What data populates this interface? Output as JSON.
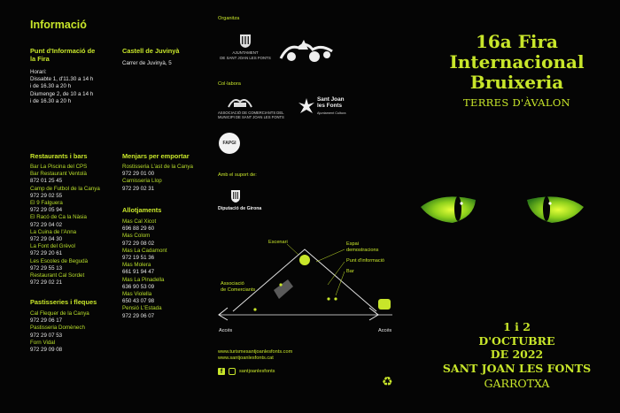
{
  "info": {
    "title": "Informació",
    "punt": {
      "title": "Punt d'Informació de la Fira",
      "lines": [
        "Horari:",
        "Dissabte 1, d'11.30 a 14 h",
        "i de 16.30 a 20 h",
        "Diumenge 2, de 10 a 14 h",
        "i de 16.30 a 20 h"
      ]
    },
    "castell": {
      "title": "Castell de Juvinyà",
      "address": "Carrer de Juvinyà, 5"
    },
    "restaurants": {
      "title": "Restaurants i bars",
      "items": [
        {
          "name": "Bar La Piscina del CPS",
          "tel": ""
        },
        {
          "name": "Bar Restaurant Ventolà",
          "tel": "872 01 25 45"
        },
        {
          "name": "Camp de Futbol de la Canya",
          "tel": "972 29 02 55"
        },
        {
          "name": "El 9 Falguera",
          "tel": "972 29 05 94"
        },
        {
          "name": "El Racó de Ca la Nàsia",
          "tel": "972 29 04 02"
        },
        {
          "name": "La Cuina de l'Anna",
          "tel": "972 29 04 30"
        },
        {
          "name": "La Font del Grèvol",
          "tel": "972 29 20 61"
        },
        {
          "name": "Les Escoles de Begudà",
          "tel": "972 29 55 13"
        },
        {
          "name": "Restaurant Cal Sordet",
          "tel": "972 29 02 21"
        }
      ]
    },
    "pastisseries": {
      "title": "Pastisseries i fleques",
      "items": [
        {
          "name": "Cal Flequer de la Canya",
          "tel": "972 29 06 17"
        },
        {
          "name": "Pastisseria Domènech",
          "tel": "972 29 07 53"
        },
        {
          "name": "Forn Vidal",
          "tel": "972 29 09 08"
        }
      ]
    },
    "menjars": {
      "title": "Menjars per emportar",
      "items": [
        {
          "name": "Rostisseria L'ast de la Canya",
          "tel": "972 29 01 00"
        },
        {
          "name": "Carnisseria Llop",
          "tel": "972 29 02 31"
        }
      ]
    },
    "allotjaments": {
      "title": "Allotjaments",
      "items": [
        {
          "name": "Mas Cal Xicot",
          "tel": "696 88 29 60"
        },
        {
          "name": "Mas Colom",
          "tel": "972 29 08 02"
        },
        {
          "name": "Mas La Cadamont",
          "tel": "972 19 51 36"
        },
        {
          "name": "Mas Molera",
          "tel": "661 91 94 47"
        },
        {
          "name": "Mas La Pinadella",
          "tel": "636 90 53 09"
        },
        {
          "name": "Mas Violella",
          "tel": "650 43 07 98"
        },
        {
          "name": "Pensió L'Estada",
          "tel": "972 29 06 07"
        }
      ]
    }
  },
  "sponsors": {
    "organitza": "Organitza",
    "ajuntament": [
      "AJUNTAMENT",
      "DE SANT JOAN LES FONTS"
    ],
    "colabora": "Col·labora",
    "associacio": [
      "ASSOCIACIÓ DE COMERCIANTS DEL",
      "MUNICIPI DE SANT JOAN LES FONTS"
    ],
    "sjlf": [
      "Sant Joan",
      "les Fonts"
    ],
    "sjlf_sub": "Ajuntament Cultura",
    "fapgi": "FAPGI",
    "suport": "Amb el suport de:",
    "diputacio": "Diputació de Girona"
  },
  "map": {
    "escenari": "Escenari",
    "espai": [
      "Espai",
      "demostracions"
    ],
    "punt": "Punt d'informació",
    "bar": "Bar",
    "associacio": [
      "Associació",
      "de Comerciants"
    ],
    "acces_left": "Accés",
    "acces_right": "Accés"
  },
  "links": {
    "web1": "www.turismesantjoanlesfonts.com",
    "web2": "www.santjoanlesfonts.cat",
    "social": "santjoanlesfonts"
  },
  "cover": {
    "title_lines": [
      "16a Fira",
      "Internacional",
      "Bruixeria"
    ],
    "subtitle": "TERRES D'ÀVALON",
    "date_lines": [
      "1 i 2",
      "D'OCTUBRE",
      "DE 2022",
      "SANT JOAN LES FONTS"
    ],
    "region": "GARROTXA"
  },
  "colors": {
    "accent": "#c8e62a",
    "background": "#050505"
  }
}
